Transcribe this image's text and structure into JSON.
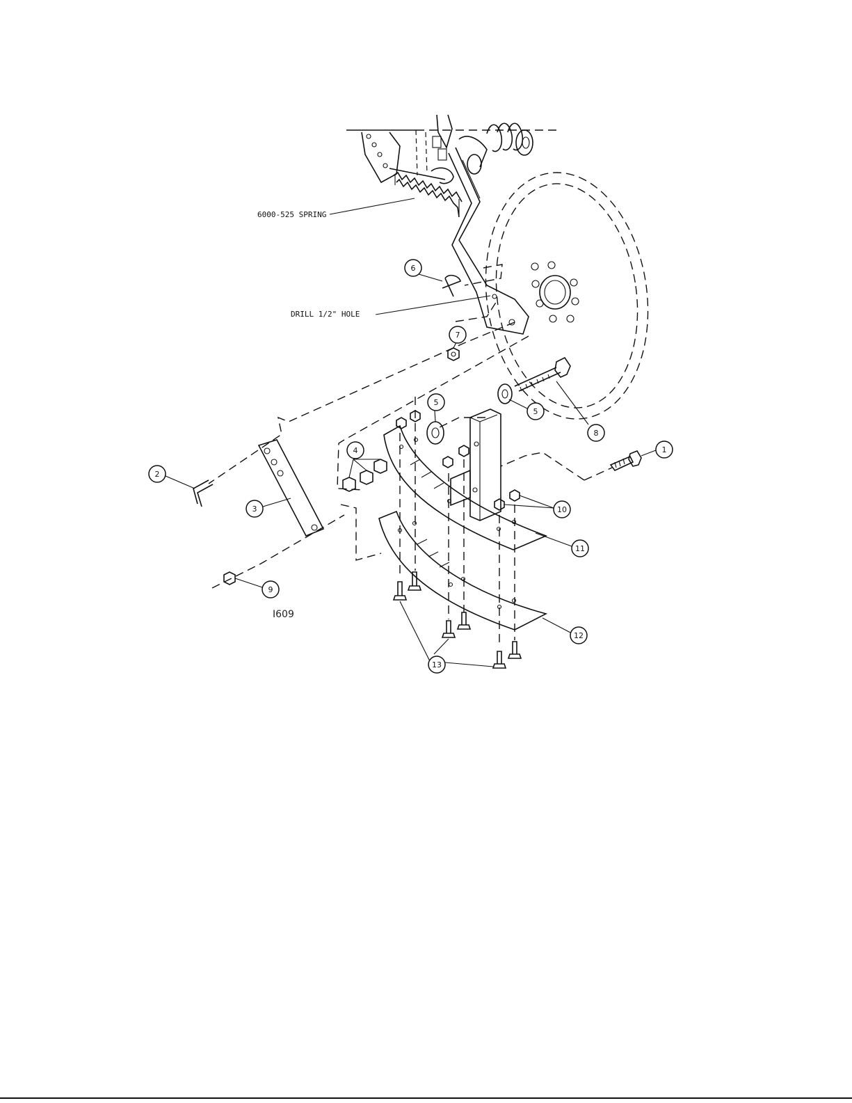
{
  "labels": {
    "spring": "6000-525 SPRING",
    "drill": "DRILL 1/2\" HOLE",
    "drawing_code": "I609"
  },
  "balloons": [
    "1",
    "2",
    "3",
    "4",
    "5",
    "5",
    "6",
    "7",
    "8",
    "9",
    "10",
    "11",
    "12",
    "13"
  ]
}
